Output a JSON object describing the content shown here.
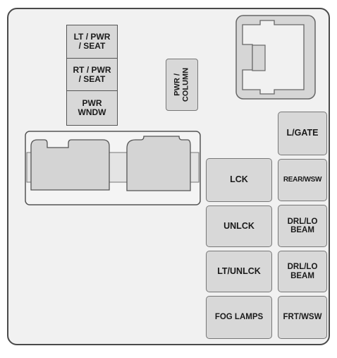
{
  "fuse_block": {
    "relays_left": {
      "lt_pwr_seat": "LT / PWR\n/ SEAT",
      "rt_pwr_seat": "RT / PWR\n/ SEAT",
      "pwr_wndw": "PWR\nWNDW"
    },
    "pwr_column": "PWR /\nCOLUMN",
    "middle_column": {
      "lck": "LCK",
      "unlck": "UNLCK",
      "lt_unlck": "LT/UNLCK",
      "fog_lamps": "FOG LAMPS"
    },
    "right_column": {
      "l_gate": "L/GATE",
      "rear_wsw": "REAR/WSW",
      "drl_lo_beam_1": "DRL/LO\nBEAM",
      "drl_lo_beam_2": "DRL/LO\nBEAM",
      "frt_wsw": "FRT/WSW"
    }
  },
  "colors": {
    "panel": "#f1f1f1",
    "fuse": "#d8d8d8",
    "outline": "#4a4a4a"
  }
}
